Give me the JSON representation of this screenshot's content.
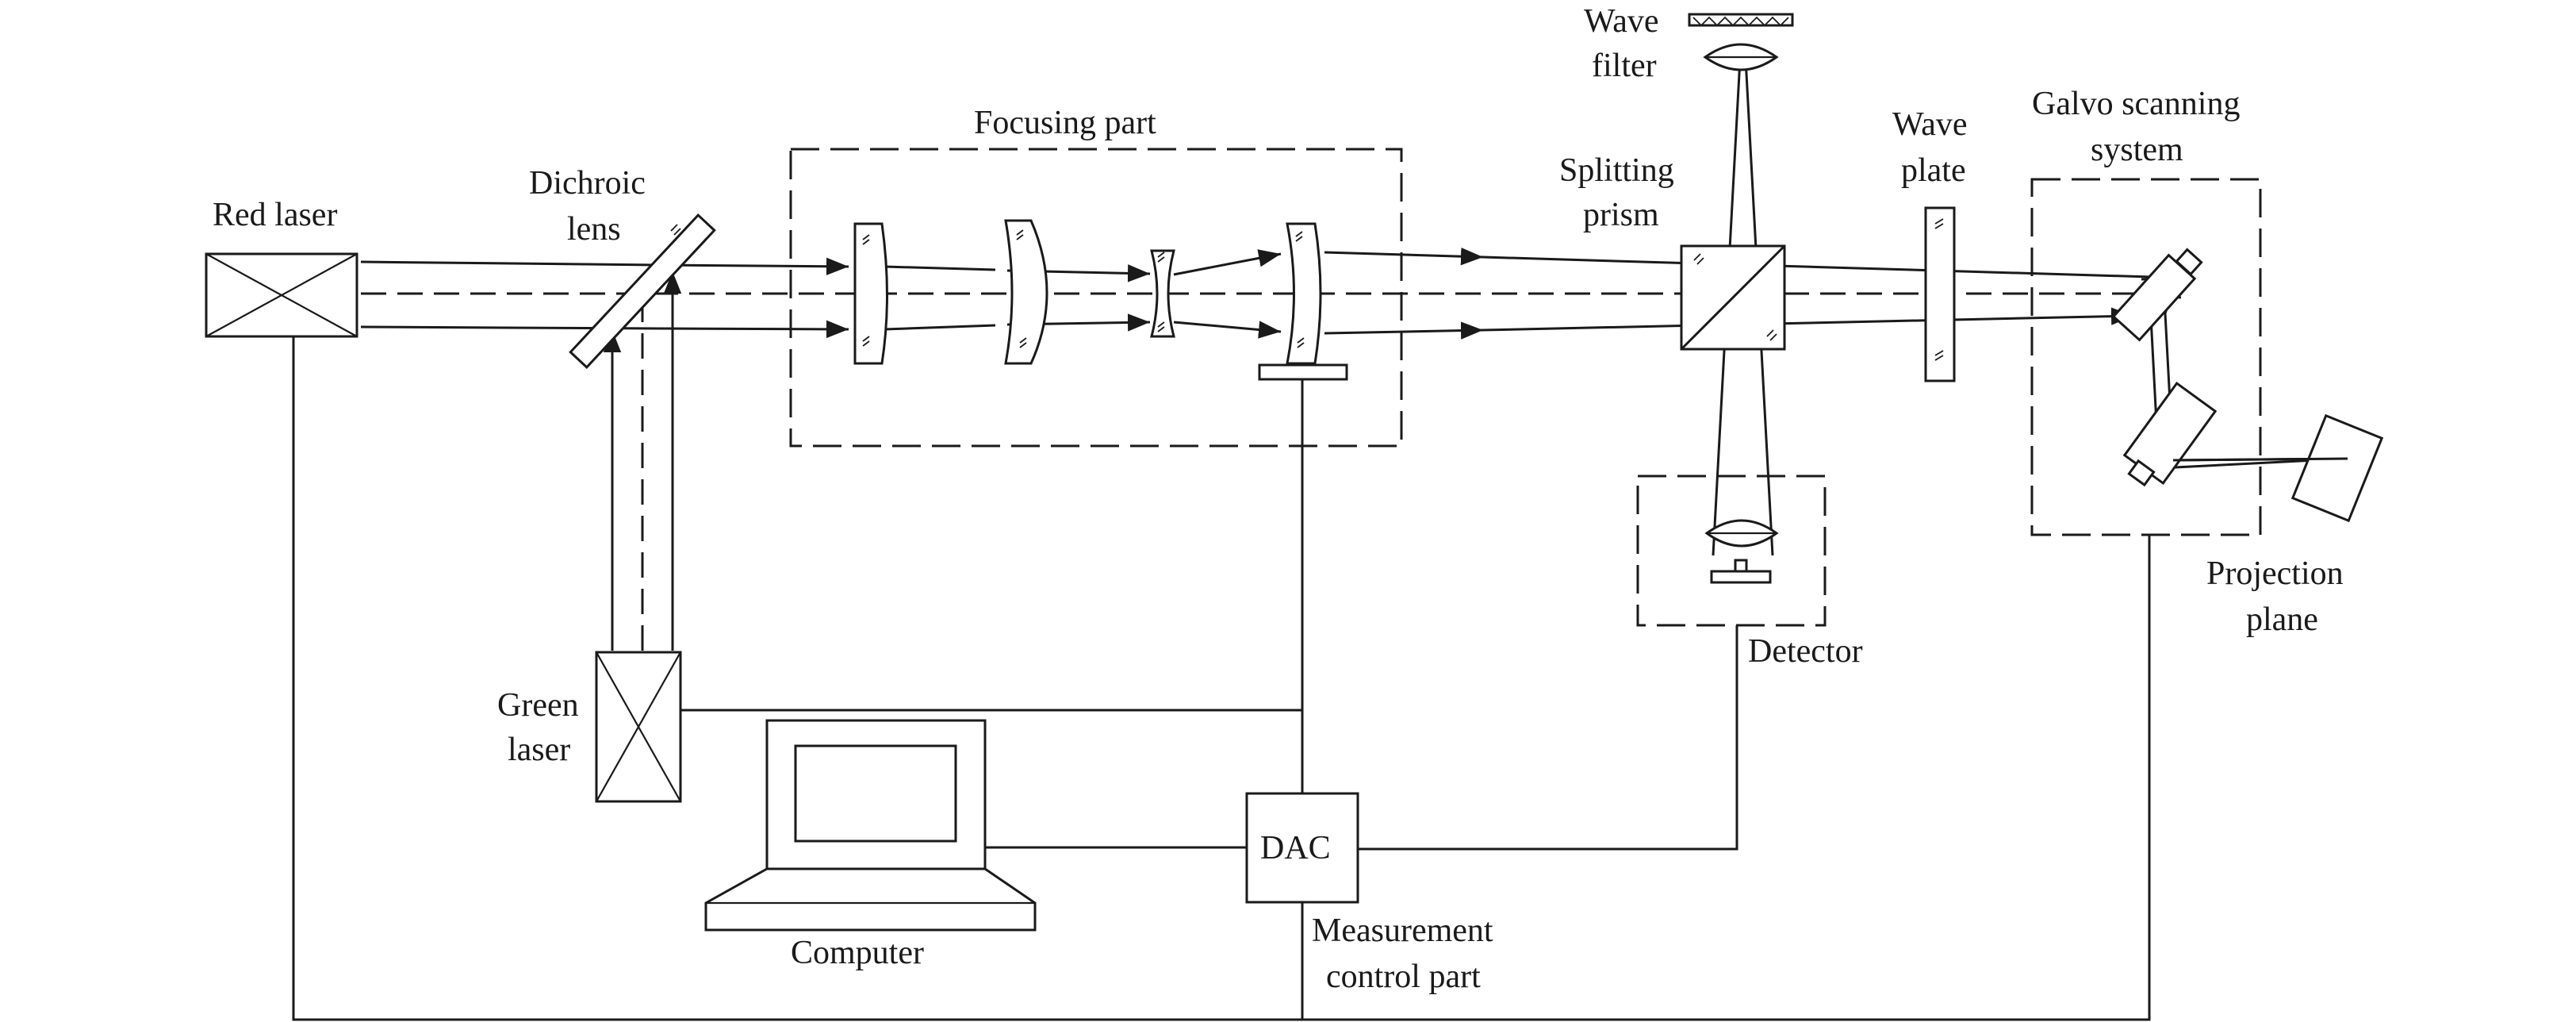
{
  "labels": {
    "red_laser": "Red laser",
    "dichroic_lens": [
      "Dichroic",
      "lens"
    ],
    "focusing_part": "Focusing part",
    "wave_filter": [
      "Wave",
      "filter"
    ],
    "splitting_prism": [
      "Splitting",
      "prism"
    ],
    "wave_plate": [
      "Wave",
      "plate"
    ],
    "galvo_scanning_system": [
      "Galvo scanning",
      "system"
    ],
    "detector": "Detector",
    "projection_plane": [
      "Projection",
      "plane"
    ],
    "green_laser": [
      "Green",
      "laser"
    ],
    "computer": "Computer",
    "dac": "DAC",
    "measurement_control_part": [
      "Measurement",
      "control part"
    ]
  },
  "colors": {
    "line": "#1a1a1a",
    "background": "#ffffff"
  }
}
